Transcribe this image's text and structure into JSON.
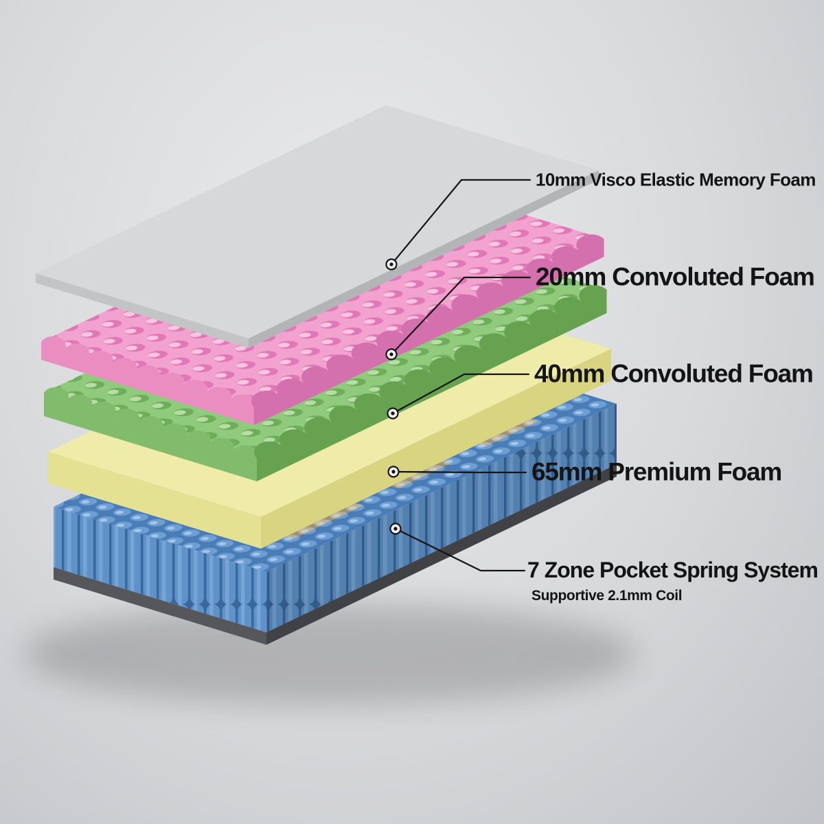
{
  "diagram": {
    "labels": [
      {
        "id": "memory-foam",
        "text": "10mm Visco Elastic Memory Foam"
      },
      {
        "id": "convoluted-foam-20",
        "text": "20mm Convoluted Foam"
      },
      {
        "id": "convoluted-foam-40",
        "text": "40mm Convoluted Foam"
      },
      {
        "id": "premium-foam",
        "text": "65mm Premium Foam"
      },
      {
        "id": "pocket-spring",
        "text": "7 Zone Pocket Spring System",
        "subtext": "Supportive 2.1mm Coil"
      }
    ],
    "layers": [
      {
        "name": "visco-elastic-memory-foam",
        "label": "10mm Visco Elastic Memory Foam",
        "color": "#d7d8d9"
      },
      {
        "name": "convoluted-foam-20mm",
        "label": "20mm Convoluted Foam",
        "color": "#f2a2ce"
      },
      {
        "name": "convoluted-foam-40mm",
        "label": "40mm Convoluted Foam",
        "color": "#90ca7c"
      },
      {
        "name": "premium-foam-65mm",
        "label": "65mm Premium Foam",
        "color": "#efecaa"
      },
      {
        "name": "pocket-spring-system",
        "label": "7 Zone Pocket Spring System",
        "color": "#6d9fd4"
      }
    ],
    "colors": {
      "ink": "#141414",
      "marker-fill": "#ffffff",
      "bg-center": "#e9eaec",
      "bg-mid": "#d8d9db",
      "bg-edge": "#c2c3c6",
      "gray-top": "#d7d8d9",
      "gray-front": "#c3c4c6",
      "gray-side": "#b3b4b6",
      "pink-top": "#f2a2ce",
      "pink-bump-dark": "#e277b7",
      "pink-bump-light": "#f9c6e2",
      "pink-front": "#ea8ec2",
      "pink-side": "#d470ae",
      "green-top": "#90ca7c",
      "green-bump-dark": "#6fae58",
      "green-bump-light": "#b5dda6",
      "green-front": "#80bc6b",
      "green-side": "#67a251",
      "yellow-top": "#efecaa",
      "yellow-front": "#e5e192",
      "yellow-side": "#d8d480",
      "blue-top": "#6d9fd4",
      "blue-dark": "#4a7cb5",
      "blue-light": "#a4c6e8",
      "blue-front": "#5e92c9",
      "blue-gap": "#3a689c",
      "zone-top": "#b7b1a0",
      "zone-dark": "#98927f",
      "zone-light": "#cfcaba",
      "base": "#55575a",
      "base-dark": "#404245"
    }
  }
}
